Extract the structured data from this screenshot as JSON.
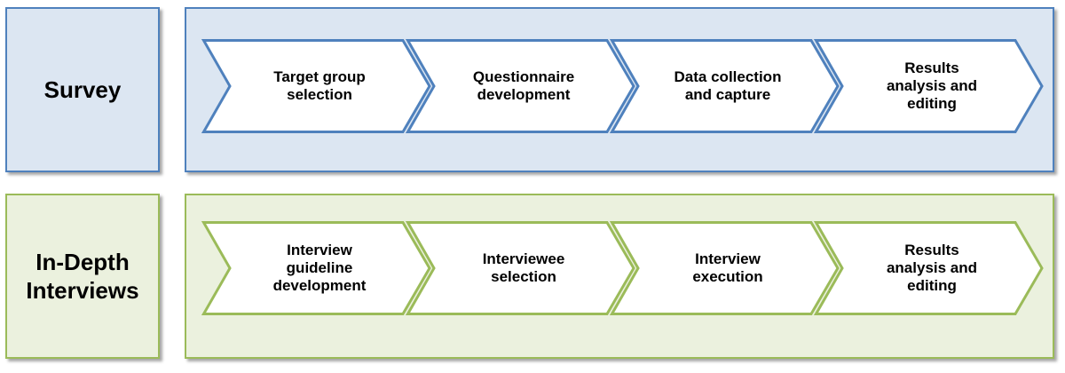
{
  "colors": {
    "survey_fill": "#dce6f2",
    "survey_border": "#4f81bd",
    "interviews_fill": "#ebf1de",
    "interviews_border": "#9bbb59",
    "chevron_fill": "#ffffff"
  },
  "lanes": [
    {
      "label": "Survey",
      "steps": [
        "Target group\nselection",
        "Questionnaire\ndevelopment",
        "Data collection\nand capture",
        "Results\nanalysis and\nediting"
      ]
    },
    {
      "label": "In-Depth\nInterviews",
      "steps": [
        "Interview\nguideline\ndevelopment",
        "Interviewee\nselection",
        "Interview\nexecution",
        "Results\nanalysis and\nediting"
      ]
    }
  ]
}
